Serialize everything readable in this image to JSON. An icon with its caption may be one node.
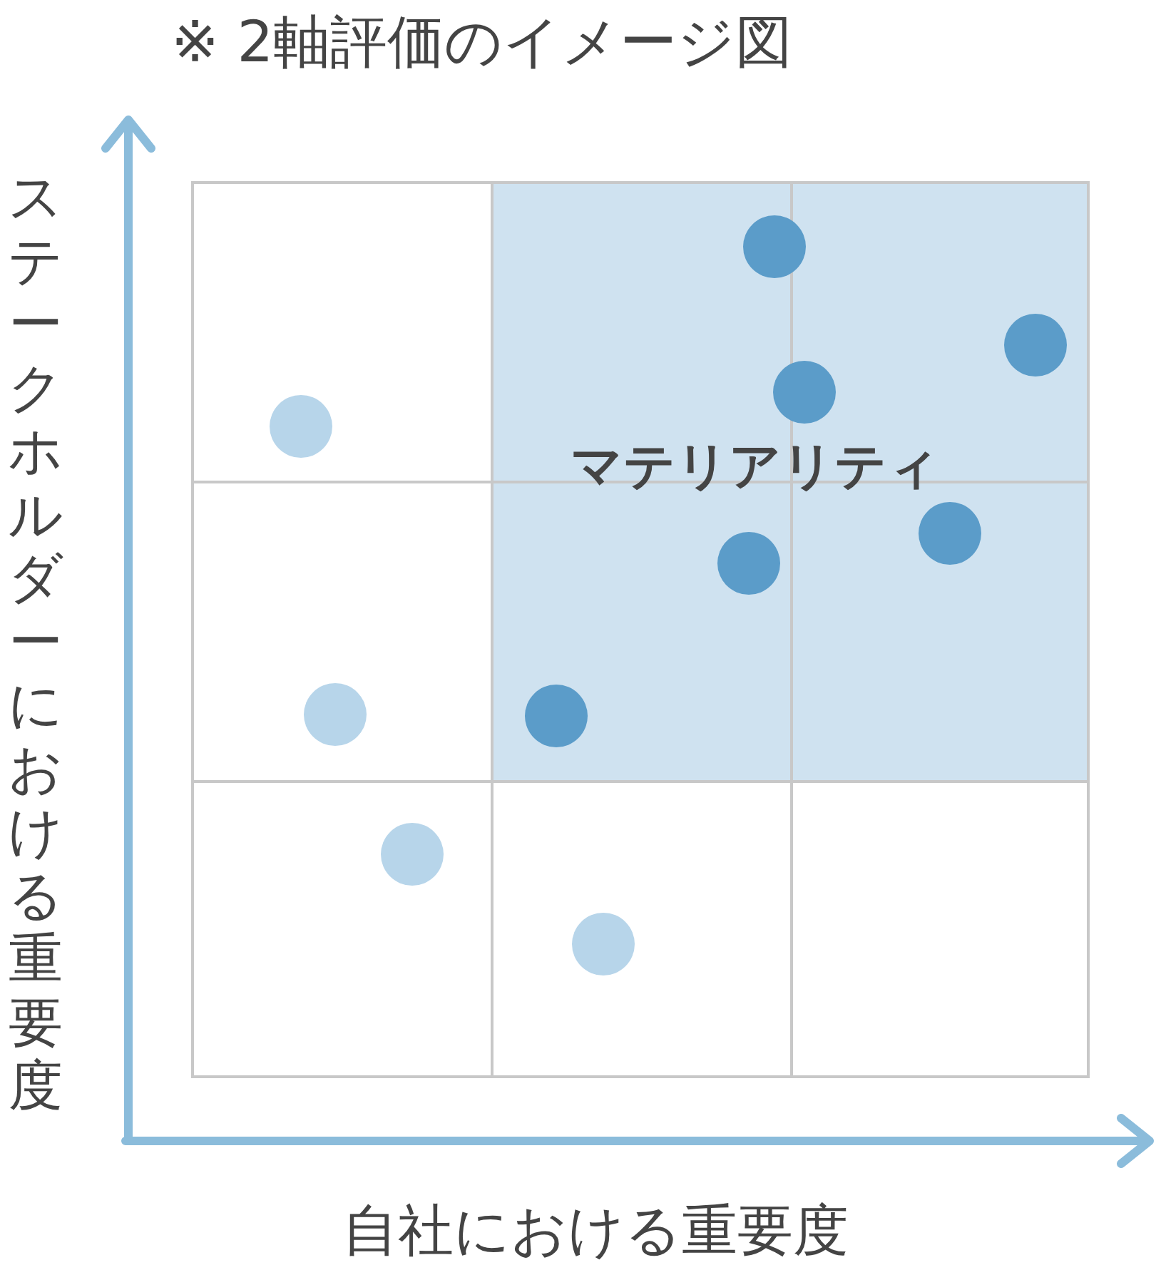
{
  "diagram": {
    "title": "※ 2軸評価のイメージ図",
    "nodes": [
      {
        "text": [
          "マテリアリティ"
        ]
      }
    ],
    "labels": [
      "ステークホルダーにおける重要度",
      "自社における重要度"
    ]
  }
}
